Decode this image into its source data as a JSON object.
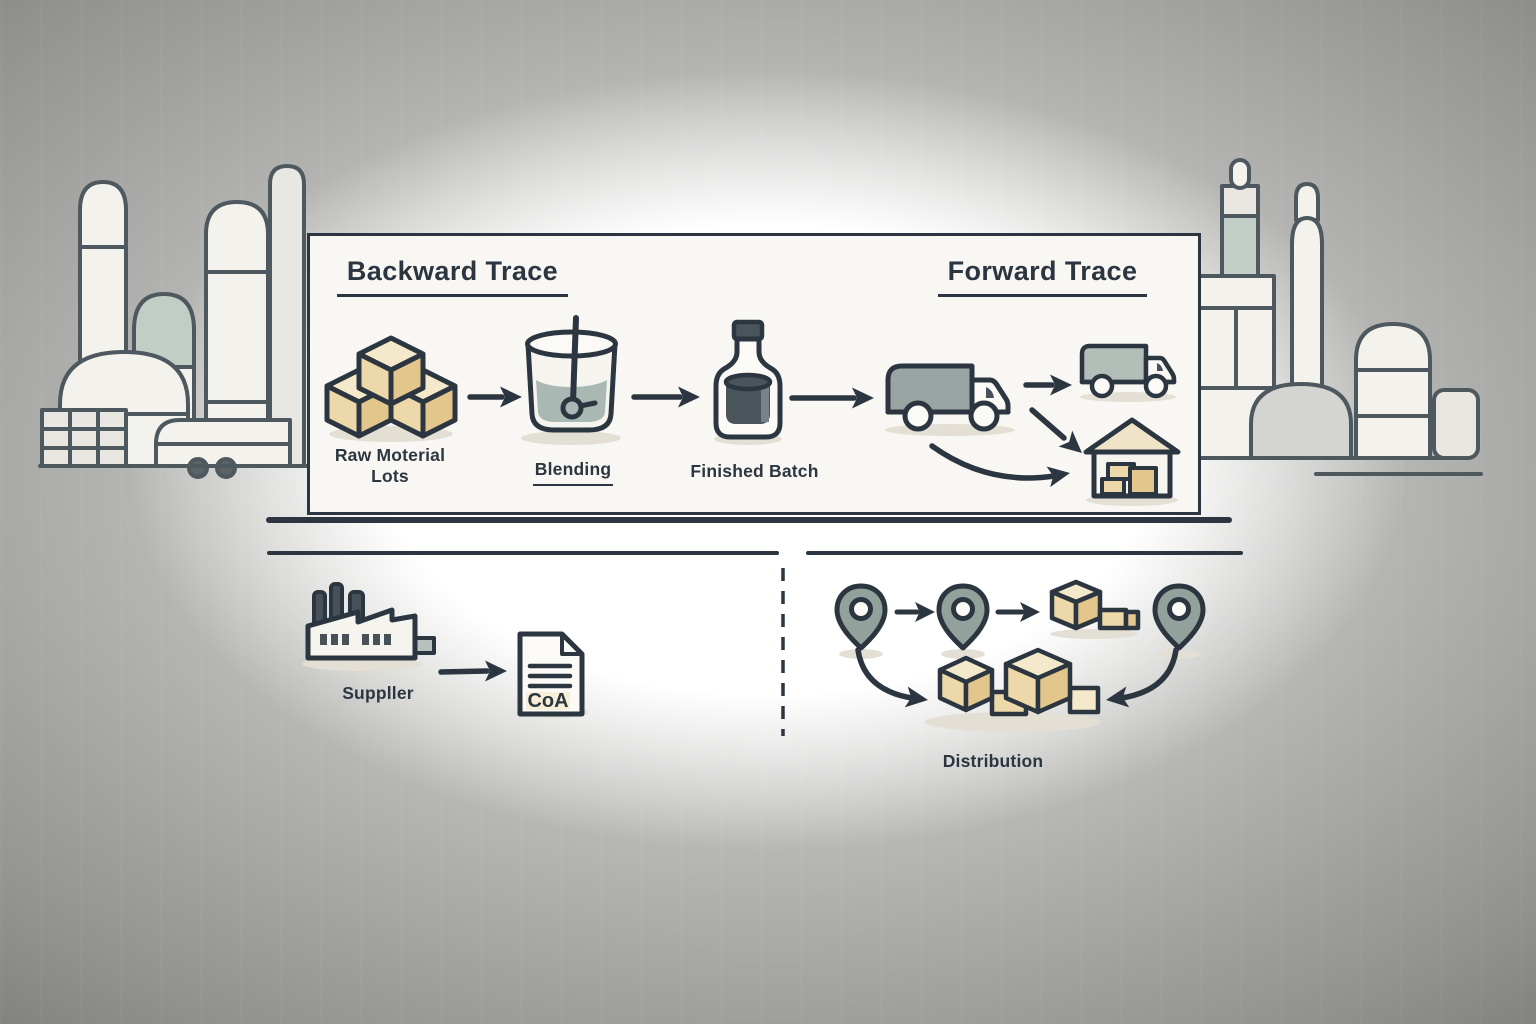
{
  "colors": {
    "ink": "#2c3640",
    "panel_bg": "#f8f7f3",
    "tan": "#ecd8a8",
    "tan_light": "#f4e9cb",
    "tan_dark": "#e2c68c",
    "gray_green": "#93a19d",
    "truck_gray": "#9aa4a3",
    "truck_gray_light": "#b2beb7",
    "liquid": "#a9b8b2",
    "dark_fill": "#4a545b",
    "shadow": "#e3dfd4"
  },
  "diagram": {
    "backward": {
      "title": "Backward Trace",
      "steps": [
        {
          "label": "Raw Moterial Lots",
          "icon": "cubes-icon"
        },
        {
          "label": "Blending",
          "icon": "beaker-icon"
        },
        {
          "label": "Finished Batch",
          "icon": "bottle-icon"
        }
      ]
    },
    "forward": {
      "title": "Forward Trace"
    },
    "supplier": {
      "label": "Suppller",
      "document": "CoA"
    },
    "distribution": {
      "label": "Distribution"
    }
  },
  "icons": {
    "cubes-icon": "stacked raw material cubes",
    "beaker-icon": "mixing beaker with stirrer",
    "bottle-icon": "finished batch bottle",
    "truck-icon": "delivery truck",
    "warehouse-icon": "warehouse with boxes",
    "factory-icon": "supplier factory",
    "document-icon": "certificate of analysis document",
    "pin-icon": "location pin",
    "boxes-icon": "distributed boxes",
    "arrow-icon": "flow arrow"
  }
}
